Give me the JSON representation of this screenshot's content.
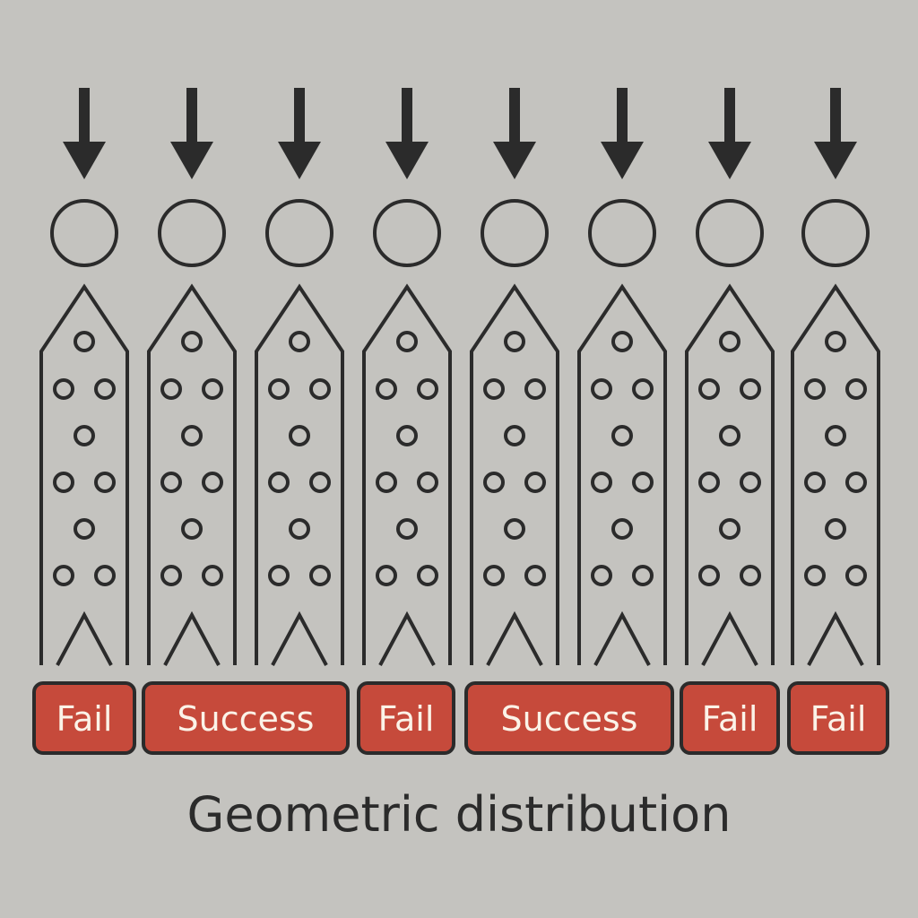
{
  "diagram": {
    "caption": "Geometric distribution",
    "columns": [
      {
        "id": 1
      },
      {
        "id": 2
      },
      {
        "id": 3
      },
      {
        "id": 4
      },
      {
        "id": 5
      },
      {
        "id": 6
      },
      {
        "id": 7
      },
      {
        "id": 8
      }
    ],
    "results": [
      {
        "label": "Fail"
      },
      {
        "label": "Success"
      },
      {
        "label": "Fail"
      },
      {
        "label": "Success"
      },
      {
        "label": "Fail"
      },
      {
        "label": "Fail"
      }
    ],
    "colors": {
      "background": "#c4c3bf",
      "ink": "#2b2b2b",
      "badge_fill": "#c64a3b",
      "badge_text": "#fbf3e8"
    }
  }
}
